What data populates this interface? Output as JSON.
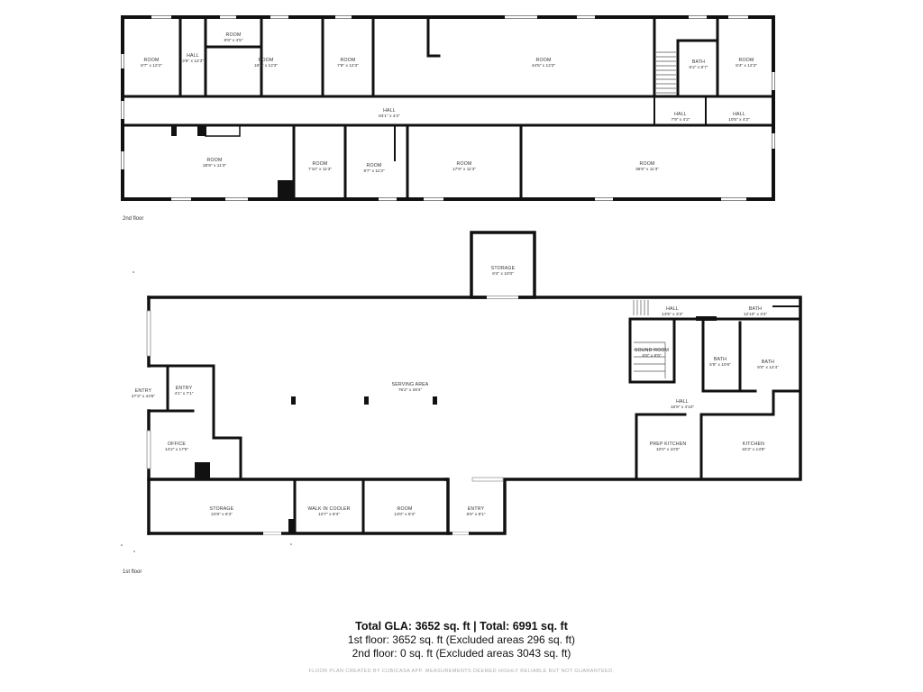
{
  "plan": {
    "second_floor_label": "2nd floor",
    "first_floor_label": "1st floor",
    "second_floor_rooms": [
      {
        "id": "r2-room-a",
        "name": "ROOM",
        "dims": "8'7\" x 12'2\""
      },
      {
        "id": "r2-hall-a",
        "name": "HALL",
        "dims": "3'6\" x 12'3\""
      },
      {
        "id": "r2-room-b",
        "name": "ROOM",
        "dims": "8'9\" x 4'5\""
      },
      {
        "id": "r2-room-c",
        "name": "ROOM",
        "dims": "18'3\" x 12'3\""
      },
      {
        "id": "r2-room-d",
        "name": "ROOM",
        "dims": "7'8\" x 12'3\""
      },
      {
        "id": "r2-room-e",
        "name": "ROOM",
        "dims": "44'5\" x 12'3\""
      },
      {
        "id": "r2-bath",
        "name": "BATH",
        "dims": "6'2\" x 8'7\""
      },
      {
        "id": "r2-room-f",
        "name": "ROOM",
        "dims": "8'4\" x 12'3\""
      },
      {
        "id": "r2-hall-main",
        "name": "HALL",
        "dims": "84'1\" x 4'2\""
      },
      {
        "id": "r2-hall-b",
        "name": "HALL",
        "dims": "7'9\" x 4'2\""
      },
      {
        "id": "r2-hall-c",
        "name": "HALL",
        "dims": "10'5\" x 4'2\""
      },
      {
        "id": "r2-room-g",
        "name": "ROOM",
        "dims": "26'9\" x 11'3\""
      },
      {
        "id": "r2-room-h",
        "name": "ROOM",
        "dims": "7'10\" x 11'3\""
      },
      {
        "id": "r2-room-i",
        "name": "ROOM",
        "dims": "9'7\" x 11'3\""
      },
      {
        "id": "r2-room-j",
        "name": "ROOM",
        "dims": "17'9\" x 11'3\""
      },
      {
        "id": "r2-room-k",
        "name": "ROOM",
        "dims": "36'8\" x 11'3\""
      }
    ],
    "first_floor_rooms": [
      {
        "id": "r1-storage-top",
        "name": "STORAGE",
        "dims": "9'4\" x 10'0\""
      },
      {
        "id": "r1-entry-outer",
        "name": "ENTRY",
        "dims": "27'3\" x 44'6\""
      },
      {
        "id": "r1-entry-inner",
        "name": "ENTRY",
        "dims": "4'1\" x 7'1\""
      },
      {
        "id": "r1-serving",
        "name": "SERVING AREA",
        "dims": "76'2\" x 28'4\""
      },
      {
        "id": "r1-hall-a",
        "name": "HALL",
        "dims": "13'5\" x 3'3\""
      },
      {
        "id": "r1-bath-a",
        "name": "BATH",
        "dims": "12'10\" x 3'4\""
      },
      {
        "id": "r1-sound",
        "name": "SOUND ROOM",
        "dims": "6'8\" x 9'9\""
      },
      {
        "id": "r1-bath-b",
        "name": "BATH",
        "dims": "5'6\" x 10'6\""
      },
      {
        "id": "r1-bath-c",
        "name": "BATH",
        "dims": "9'0\" x 14'4\""
      },
      {
        "id": "r1-hall-b",
        "name": "HALL",
        "dims": "16'9\" x 4'10\""
      },
      {
        "id": "r1-office",
        "name": "OFFICE",
        "dims": "14'2\" x 17'5\""
      },
      {
        "id": "r1-prep",
        "name": "PREP KITCHEN",
        "dims": "10'0\" x 10'0\""
      },
      {
        "id": "r1-kitchen",
        "name": "KITCHEN",
        "dims": "15'3\" x 13'8\""
      },
      {
        "id": "r1-storage-bottom",
        "name": "STORAGE",
        "dims": "22'8\" x 8'3\""
      },
      {
        "id": "r1-cooler",
        "name": "WALK IN COOLER",
        "dims": "10'7\" x 8'3\""
      },
      {
        "id": "r1-room",
        "name": "ROOM",
        "dims": "13'0\" x 8'3\""
      },
      {
        "id": "r1-entry-bottom",
        "name": "ENTRY",
        "dims": "8'8\" x 8'1\""
      }
    ]
  },
  "summary": {
    "total": "Total GLA: 3652 sq. ft | Total: 6991 sq. ft",
    "first_floor": "1st floor: 3652 sq. ft (Excluded areas 296 sq. ft)",
    "second_floor": "2nd floor: 0 sq. ft (Excluded areas 3043 sq. ft)",
    "disclaimer": "FLOOR PLAN CREATED BY CUBICASA APP. MEASUREMENTS DEEMED HIGHLY RELIABLE BUT NOT GUARANTEED."
  }
}
